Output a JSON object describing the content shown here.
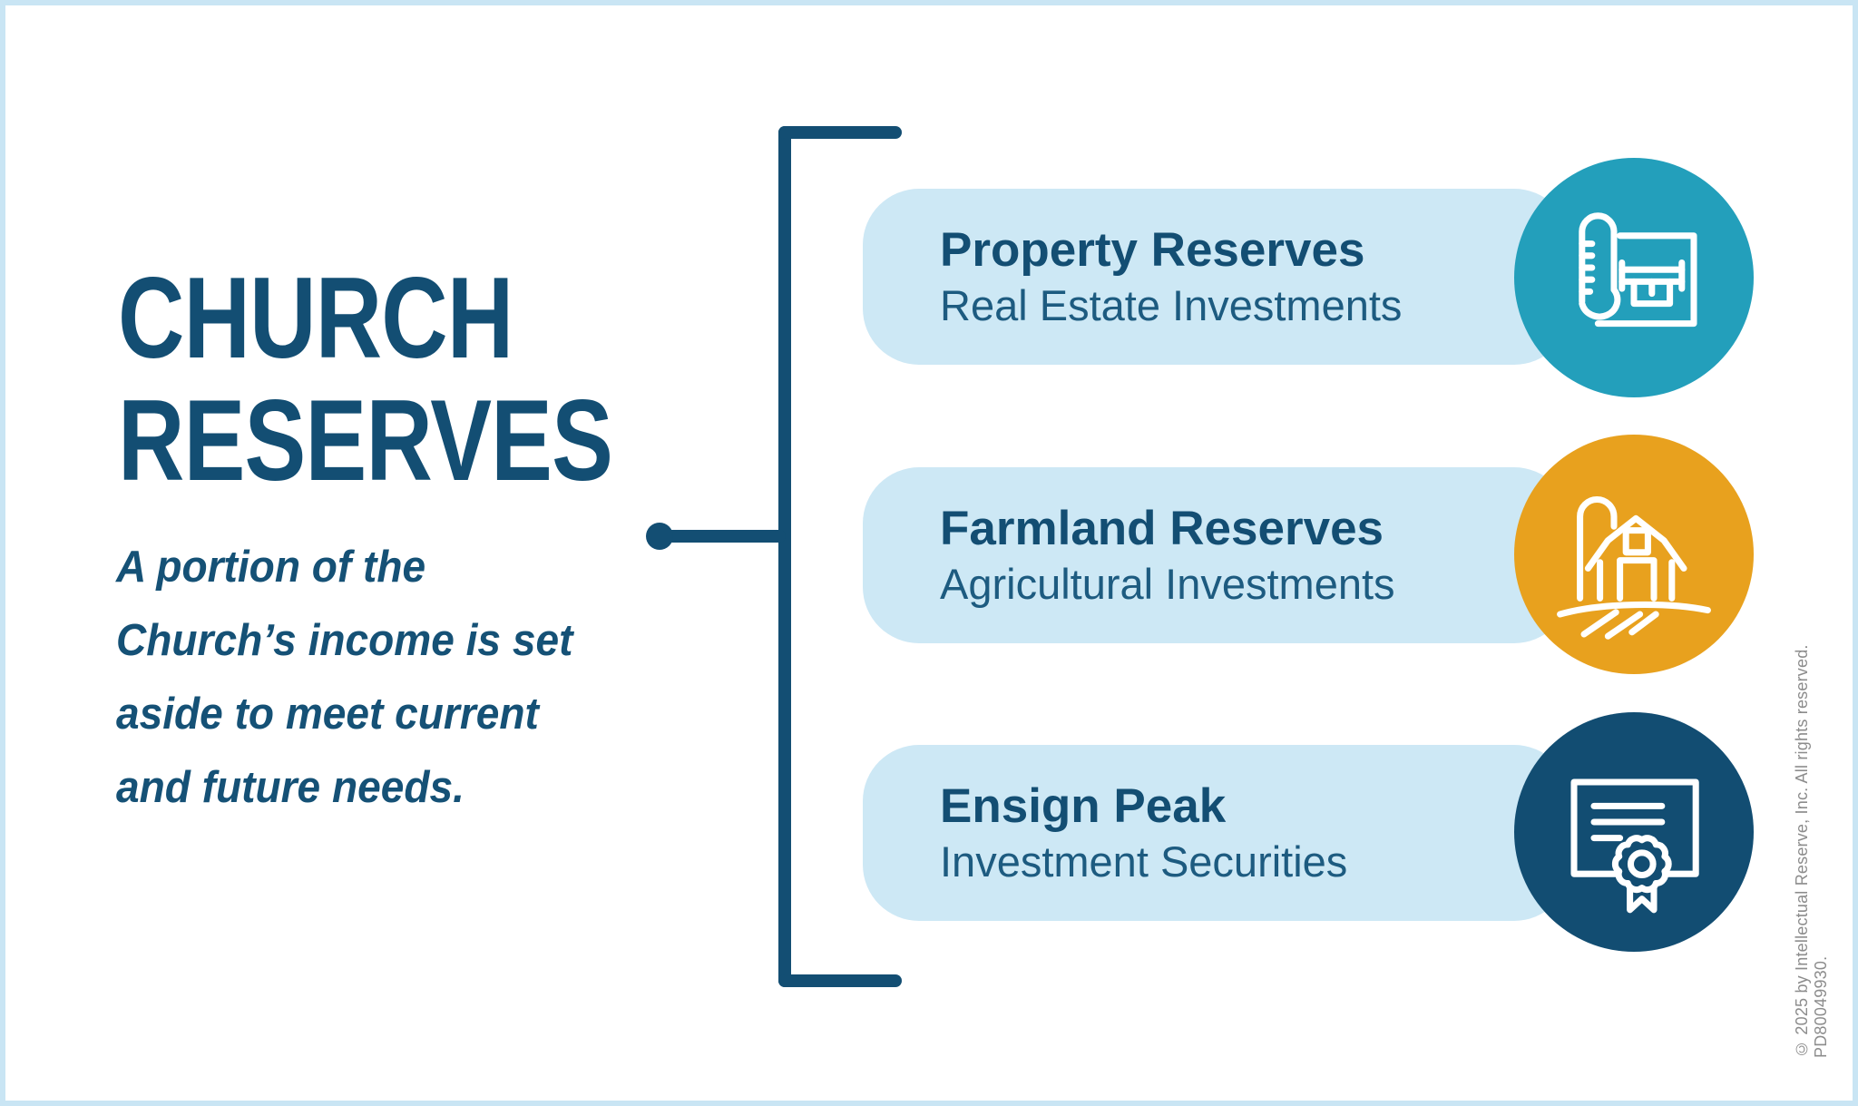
{
  "header": {
    "title_lines": [
      "CHURCH",
      "RESERVES"
    ],
    "subtitle_lines": [
      "A portion of the",
      "Church’s income is set",
      "aside to meet current",
      "and future needs."
    ]
  },
  "items": [
    {
      "title": "Property Reserves",
      "subtitle": "Real Estate Investments",
      "icon": "blueprint-icon",
      "circle_color": "#239fbb"
    },
    {
      "title": "Farmland Reserves",
      "subtitle": "Agricultural Investments",
      "icon": "barn-icon",
      "circle_color": "#e8a11e"
    },
    {
      "title": "Ensign Peak",
      "subtitle": "Investment Securities",
      "icon": "certificate-icon",
      "circle_color": "#124d72"
    }
  ],
  "footer": {
    "copyright": "© 2025 by Intellectual Reserve, Inc. All rights reserved. PD80049930."
  },
  "colors": {
    "navy": "#134e73",
    "pill_background": "#cde8f5",
    "frame_border": "#c9e5f4",
    "teal": "#239fbb",
    "orange": "#e8a11e",
    "dark_circle": "#124d72",
    "copyright_gray": "#8c8c8c"
  }
}
